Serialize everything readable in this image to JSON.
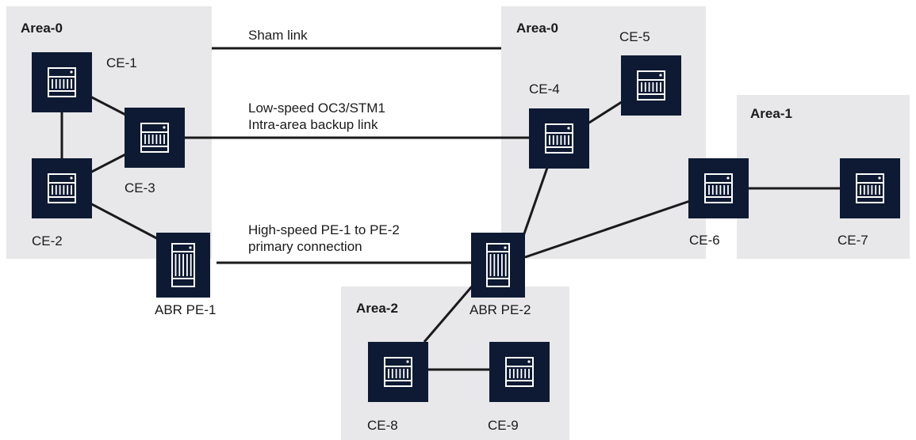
{
  "colors": {
    "area_fill": "#e8e8ea",
    "device_fill": "#0e1a33",
    "device_icon": "#ffffff",
    "link": "#1a1a1a",
    "text": "#1a1a1a"
  },
  "areas": {
    "left": "Area-0",
    "right": "Area-0",
    "area1": "Area-1",
    "area2": "Area-2"
  },
  "devices": {
    "ce1": {
      "label": "CE-1",
      "icon": "router-icon"
    },
    "ce2": {
      "label": "CE-2",
      "icon": "router-icon"
    },
    "ce3": {
      "label": "CE-3",
      "icon": "router-icon"
    },
    "ce4": {
      "label": "CE-4",
      "icon": "router-icon"
    },
    "ce5": {
      "label": "CE-5",
      "icon": "router-icon"
    },
    "ce6": {
      "label": "CE-6",
      "icon": "router-icon"
    },
    "ce7": {
      "label": "CE-7",
      "icon": "router-icon"
    },
    "ce8": {
      "label": "CE-8",
      "icon": "router-icon"
    },
    "ce9": {
      "label": "CE-9",
      "icon": "router-icon"
    },
    "pe1": {
      "label": "ABR PE-1",
      "icon": "switch-icon"
    },
    "pe2": {
      "label": "ABR PE-2",
      "icon": "switch-icon"
    }
  },
  "links": {
    "sham": "Sham link",
    "backup_line1": "Low-speed OC3/STM1",
    "backup_line2": "Intra-area backup link",
    "primary_line1": "High-speed PE-1 to PE-2",
    "primary_line2": "primary connection"
  }
}
